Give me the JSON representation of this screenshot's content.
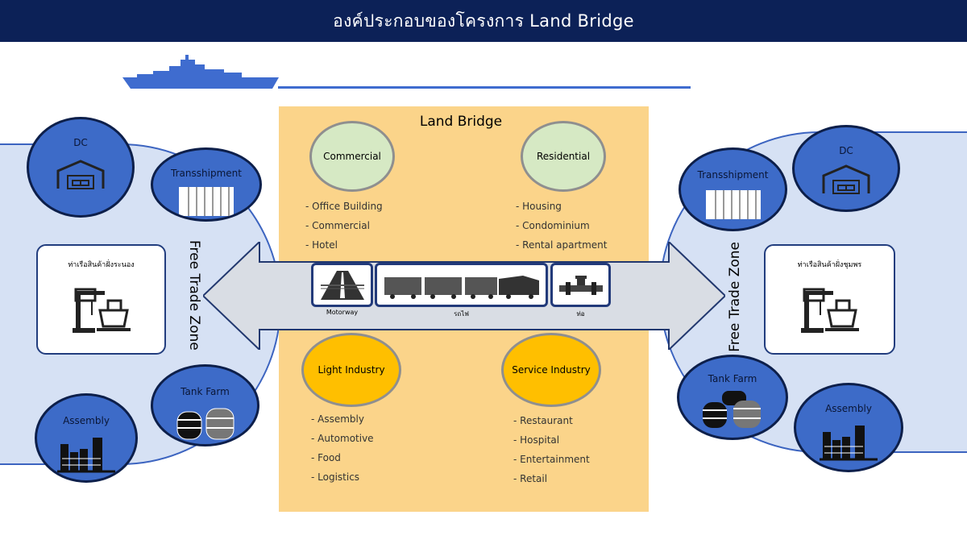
{
  "header": {
    "title": "องค์ประกอบของโครงการ Land Bridge"
  },
  "colors": {
    "header_bg": "#0c2157",
    "circle_fill": "#3d6bc8",
    "zone_fill": "#d6e1f4",
    "panel_fill": "#fbd48a",
    "green_oval": "#d6e9c4",
    "gold_oval": "#ffbf00",
    "arrow_fill": "#d9dde4"
  },
  "land_bridge": {
    "title": "Land Bridge",
    "commercial": {
      "label": "Commercial",
      "items": [
        "- Office Building",
        "- Commercial",
        "- Hotel"
      ]
    },
    "residential": {
      "label": "Residential",
      "items": [
        "- Housing",
        "- Condominium",
        "- Rental apartment"
      ]
    },
    "light_industry": {
      "label": "Light Industry",
      "items": [
        "- Assembly",
        "- Automotive",
        "- Food",
        "- Logistics"
      ]
    },
    "service_industry": {
      "label": "Service Industry",
      "items": [
        "- Restaurant",
        "- Hospital",
        "- Entertainment",
        "- Retail"
      ]
    }
  },
  "transport": {
    "motorway": "Motorway",
    "rail": "รถไฟ",
    "pipeline": "ท่อ"
  },
  "left_zone": {
    "ftz_label": "Free Trade Zone",
    "dc": "DC",
    "transshipment": "Transshipment",
    "port": "ท่าเรือสินค้าฝั่งระนอง",
    "tank_farm": "Tank Farm",
    "assembly": "Assembly"
  },
  "right_zone": {
    "ftz_label": "Free Trade Zone",
    "dc": "DC",
    "transshipment": "Transshipment",
    "port": "ท่าเรือสินค้าฝั่งชุมพร",
    "tank_farm": "Tank Farm",
    "assembly": "Assembly"
  },
  "icons": [
    "ship-icon",
    "warehouse-icon",
    "container-icon",
    "crane-icon",
    "tank-icon",
    "factory-icon",
    "road-icon",
    "train-icon",
    "pipeline-icon"
  ]
}
